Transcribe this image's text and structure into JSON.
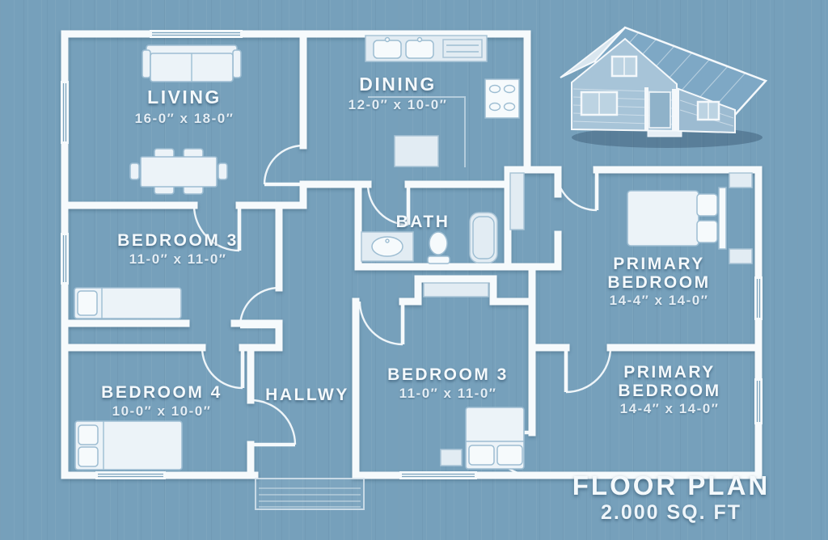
{
  "palette": {
    "background": "#76a0bb",
    "wall": "#f6fafc",
    "furniture": "#ecf3f8",
    "label_text": "#f4f9fc",
    "roof": "#7ea8c5"
  },
  "rooms": {
    "living": {
      "name": "LIVING",
      "dims": "16-0″ x 18-0″"
    },
    "dining": {
      "name": "DINING",
      "dims": "12-0″ x 10-0″"
    },
    "bath": {
      "name": "BATH"
    },
    "bedroom3_top": {
      "name": "BEDROOM 3",
      "dims": "11-0″ x 11-0″"
    },
    "primary_top": {
      "name_line1": "PRIMARY",
      "name_line2": "BEDROOM",
      "dims": "14-4″ x 14-0″"
    },
    "bedroom4": {
      "name": "BEDROOM 4",
      "dims": "10-0″ x 10-0″"
    },
    "hallway": {
      "name": "HALLWY"
    },
    "bedroom3_bottom": {
      "name": "BEDROOM 3",
      "dims": "11-0″ x 11-0″"
    },
    "primary_bottom": {
      "name_line1": "PRIMARY",
      "name_line2": "BEDROOM",
      "dims": "14-4″ x 14-0″"
    }
  },
  "title_block": {
    "title": "FLOOR PLAN",
    "area": "2.000 SQ. FT"
  },
  "icons": {
    "house": "isometric-house-icon",
    "furniture": [
      "sofa-icon",
      "dining-table-icon",
      "kitchen-sink-icon",
      "stove-icon",
      "kitchen-island-icon",
      "bed-icon",
      "nightstand-icon",
      "bathtub-icon",
      "toilet-icon",
      "vanity-sink-icon",
      "closet-shelf-icon",
      "porch-steps-icon"
    ]
  }
}
